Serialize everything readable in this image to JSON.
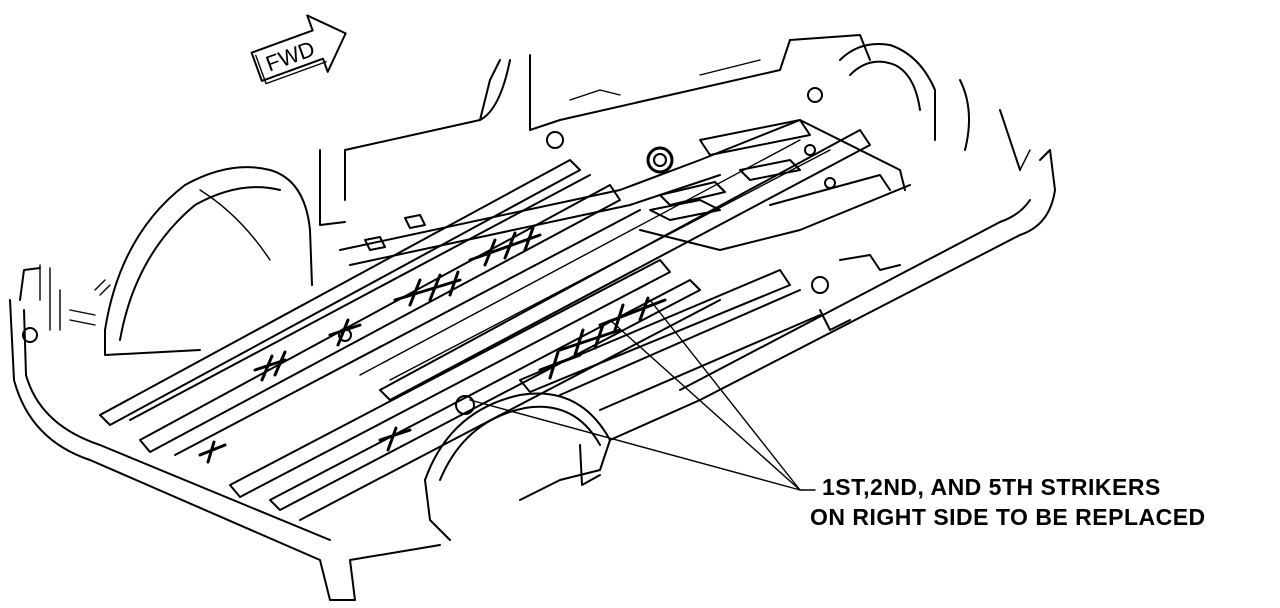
{
  "arrow_label": "FWD",
  "callout": {
    "line1": "1ST,2ND, AND 5TH STRIKERS",
    "line2": "ON RIGHT SIDE TO BE REPLACED"
  },
  "colors": {
    "ink": "#000000",
    "paper": "#ffffff"
  }
}
